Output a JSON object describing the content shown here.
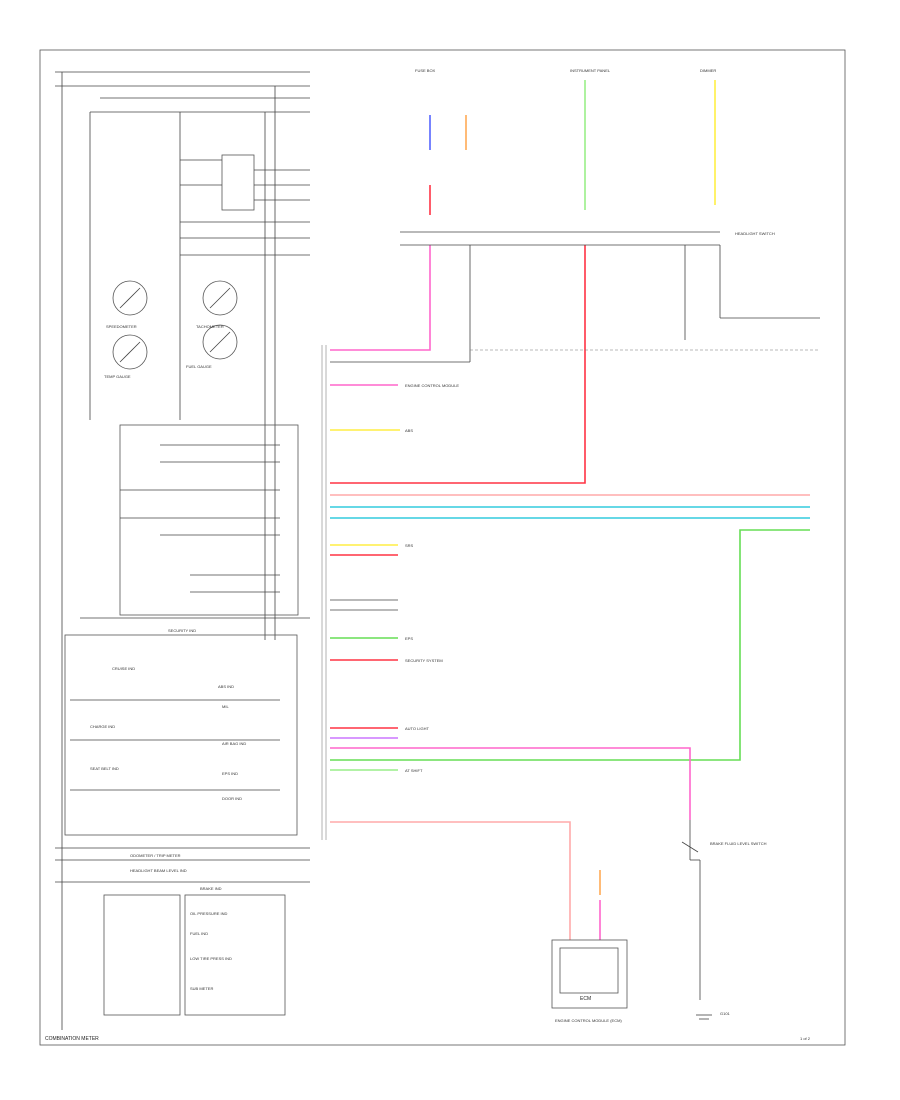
{
  "diagram": {
    "footer_left": "COMBINATION METER",
    "page_tag": "1 of 2",
    "colors": {
      "pink": "#ff66cc",
      "red": "#ff3344",
      "yellow": "#ffee44",
      "green": "#66dd55",
      "cyan": "#33ccdd",
      "light_green": "#99ee88",
      "blue": "#5566ff",
      "orange": "#ffaa55",
      "salmon": "#ffaaaa",
      "purple": "#cc77ff"
    },
    "meter_labels": {
      "speedometer": "SPEEDOMETER",
      "tachometer": "TACHOMETER",
      "fuel_gauge": "FUEL GAUGE",
      "temp_gauge": "TEMP GAUGE",
      "security": "SECURITY IND",
      "sub": "SUB METER",
      "oil": "OIL PRESSURE IND",
      "fuel_ind": "FUEL IND",
      "low_tire": "LOW TIRE PRESS IND",
      "cruise": "CRUISE IND",
      "odometer": "ODOMETER / TRIP METER",
      "headlight": "HEADLIGHT BEAM LEVEL IND",
      "brake": "BRAKE IND",
      "seatbelt": "SEAT BELT IND",
      "charge": "CHARGE IND",
      "abs": "ABS IND",
      "mil": "MIL",
      "airbag": "AIR BAG IND",
      "eps": "EPS IND",
      "door": "DOOR IND",
      "engine_control": "ENGINE CONTROL MODULE"
    },
    "bottom_labels": {
      "ecm_box": "ECM",
      "ecm_caption": "ENGINE CONTROL MODULE (ECM)",
      "brake_switch": "BRAKE FLUID LEVEL SWITCH",
      "ground": "G101"
    },
    "right_labels": {
      "connector_top": "FUSE BOX",
      "instrument": "INSTRUMENT PANEL",
      "dimmer": "DIMMER",
      "headlight_sw": "HEADLIGHT SWITCH"
    },
    "side_labels": {
      "s1": "ABS",
      "s2": "SRS",
      "s3": "EPS",
      "s4": "SECURITY SYSTEM",
      "s5": "AUTO LIGHT",
      "s6": "AT SHIFT"
    }
  }
}
